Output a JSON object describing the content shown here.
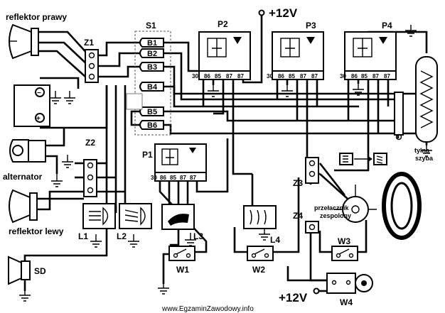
{
  "labels": {
    "reflector_right": "reflektor prawy",
    "reflector_left": "reflektor lewy",
    "alternator": "alternator",
    "supply_top": "+12V",
    "supply_bottom": "+12V",
    "rear_window": "tylna\nszyba",
    "combo_switch": "przełacznik\nzespolony",
    "watermark": "www.EgzaminZawodowy.info"
  },
  "components": {
    "fuse_block": "S1",
    "fuses": [
      "B1",
      "B2",
      "B3",
      "B4",
      "B5",
      "B6"
    ],
    "connectors": [
      "Z1",
      "Z2",
      "Z3",
      "Z4"
    ],
    "relays": [
      "P1",
      "P2",
      "P3",
      "P4"
    ],
    "relay_pins": [
      "30",
      "86",
      "85",
      "87",
      "87"
    ],
    "lamps": [
      "L1",
      "L2",
      "L3",
      "L4"
    ],
    "switches": [
      "W1",
      "W2",
      "W3",
      "W4"
    ],
    "horn": "SD"
  }
}
